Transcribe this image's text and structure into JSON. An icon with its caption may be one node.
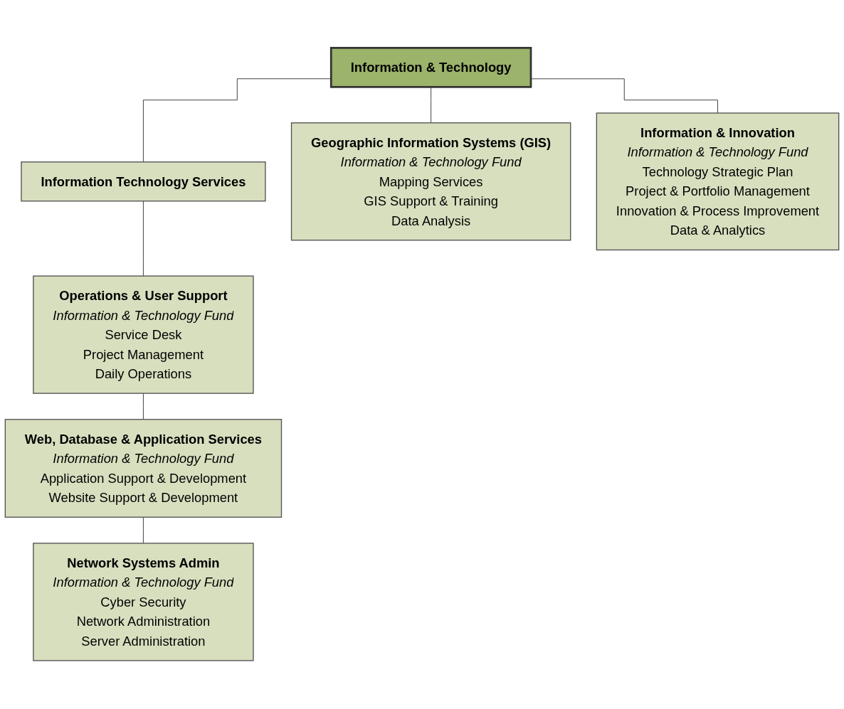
{
  "diagram": {
    "nodes": [
      {
        "text": [
          "Information & Technology"
        ]
      },
      {
        "text": [
          "Information Technology Services"
        ]
      },
      {
        "text": [
          "Operations & User Support",
          "Information & Technology Fund",
          "Service Desk",
          "Project Management",
          "Daily Operations"
        ]
      },
      {
        "text": [
          "Web, Database & Application Services",
          "Information & Technology Fund",
          "Application Support & Development",
          "Website Support & Development"
        ]
      },
      {
        "text": [
          "Network Systems Admin",
          "Information & Technology Fund",
          "Cyber Security",
          "Network Administration",
          "Server Administration"
        ]
      },
      {
        "text": [
          "Geographic Information Systems (GIS)",
          "Information & Technology Fund",
          "Mapping Services",
          "GIS Support & Training",
          "Data Analysis"
        ]
      },
      {
        "text": [
          "Information & Innovation",
          "Information & Technology Fund",
          "Technology Strategic Plan",
          "Project & Portfolio Management",
          "Innovation & Process Improvement",
          "Data & Analytics"
        ]
      }
    ],
    "edges": [
      {
        "from": 0,
        "to": 1,
        "arrow": "none"
      },
      {
        "from": 1,
        "to": 2,
        "arrow": "none"
      },
      {
        "from": 2,
        "to": 3,
        "arrow": "none"
      },
      {
        "from": 3,
        "to": 4,
        "arrow": "none"
      },
      {
        "from": 0,
        "to": 5,
        "arrow": "none"
      },
      {
        "from": 0,
        "to": 6,
        "arrow": "none"
      }
    ]
  }
}
